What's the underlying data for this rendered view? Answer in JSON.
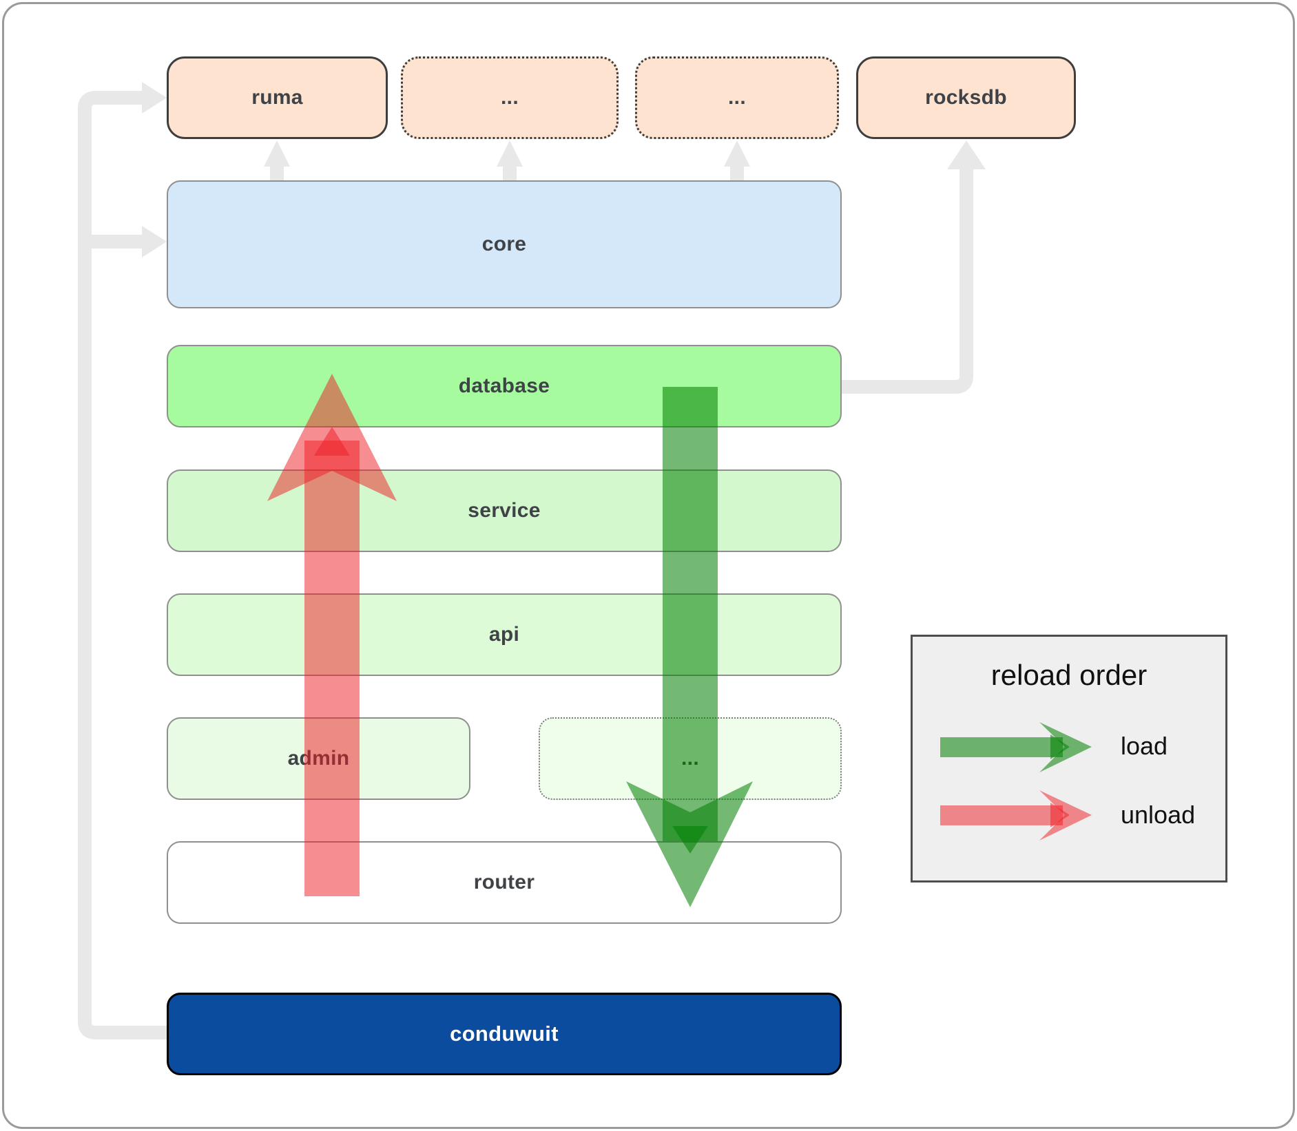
{
  "diagram": {
    "nodes": {
      "ruma": {
        "label": "ruma"
      },
      "dep_more_1": {
        "label": "..."
      },
      "dep_more_2": {
        "label": "..."
      },
      "rocksdb": {
        "label": "rocksdb"
      },
      "core": {
        "label": "core"
      },
      "database": {
        "label": "database"
      },
      "service": {
        "label": "service"
      },
      "api": {
        "label": "api"
      },
      "admin": {
        "label": "admin"
      },
      "admin_more": {
        "label": "..."
      },
      "router": {
        "label": "router"
      },
      "conduwuit": {
        "label": "conduwuit"
      }
    },
    "legend": {
      "title": "reload order",
      "items": [
        {
          "label": "load",
          "color": "#008000"
        },
        {
          "label": "unload",
          "color": "#ee1b23"
        }
      ]
    },
    "colors": {
      "load_arrow_green": "#008000",
      "unload_arrow_red": "#ee1b23",
      "dependency_connector_gray": "#e8e8e8",
      "core_blue": "#d5e8fa",
      "database_green": "#a5fb9d",
      "external_peach": "#fde3d0",
      "conduwuit_navy": "#0b4c9e",
      "legend_background": "#efefef"
    }
  }
}
